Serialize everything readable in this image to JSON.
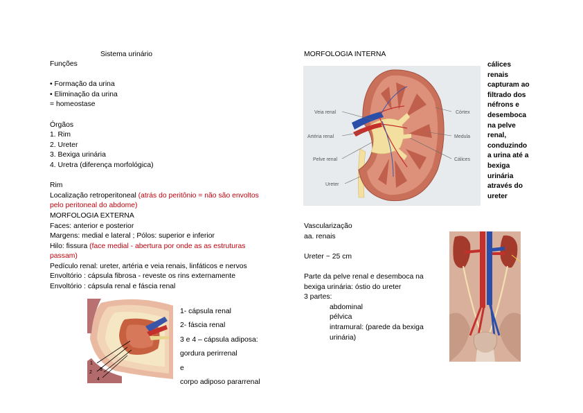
{
  "left": {
    "title": "Sistema urinário",
    "funcoes_heading": "Funções",
    "funcoes": [
      "• Formação da urina",
      "• Eliminação da urina",
      "= homeostase"
    ],
    "orgaos_heading": "Órgãos",
    "orgaos": [
      "1. Rim",
      "2. Ureter",
      "3. Bexiga urinária",
      "4. Uretra (diferença morfológica)"
    ],
    "rim_heading": "Rim",
    "localizacao_label": "Localização retroperitoneal ",
    "localizacao_red_1": "(atrás do peritônio = não são envoltos",
    "localizacao_red_2": "pelo peritoneal do abdome)",
    "morfologia_externa": "MORFOLOGIA EXTERNA",
    "faces": "Faces: anterior e posterior",
    "margens": "Margens: medial e lateral ; Pólos: superior e inferior",
    "hilo_label": "Hilo: fissura ",
    "hilo_red_1": "(face medial - abertura por onde as as estruturas",
    "hilo_red_2": "passam)",
    "pediculo": "Pedículo renal: ureter, artéria e veia renais, linfáticos e nervos",
    "envoltorio_1": "Envoltório : cápsula fibrosa - reveste os rins externamente",
    "envoltorio_2": "Envoltório : cápsula renal e fáscia renal"
  },
  "capsule_legend": {
    "items": [
      "1- cápsula renal",
      "2- fáscia renal",
      "3 e 4 – cápsula adiposa:",
      "gordura perirrenal",
      "e",
      "corpo adiposo pararrenal"
    ],
    "figure_numbers": [
      "1",
      "2",
      "3",
      "4"
    ]
  },
  "right": {
    "morfologia_interna": "MORFOLOGIA INTERNA",
    "kidney_labels": {
      "veia_renal": "Veia renal",
      "arteria_renal": "Artéria renal",
      "pelve_renal": "Pelve renal",
      "ureter": "Ureter",
      "cortex": "Córtex",
      "medula": "Medula",
      "calices": "Cálices"
    },
    "calices_text": [
      "cálices",
      "renais",
      "capturam ao",
      "filtrado dos",
      "néfrons e",
      "desemboca",
      "na pelve",
      "renal,",
      "conduzindo",
      "a urina até a",
      "bexiga",
      "urinária",
      "através do",
      "ureter"
    ],
    "vascularizacao": "Vascularização",
    "aa_renais": "aa. renais",
    "ureter_size": "Ureter ~ 25 cm",
    "parte_1": "Parte da pelve renal e desemboca na",
    "parte_2": "bexiga urinária: óstio do ureter",
    "tres_partes": "3 partes:",
    "partes": [
      "abdominal",
      "pélvica",
      "intramural: (parede da bexiga",
      "urinária)"
    ]
  },
  "colors": {
    "red_text": "#c0000c",
    "figure_bg": "#e8ebee"
  }
}
